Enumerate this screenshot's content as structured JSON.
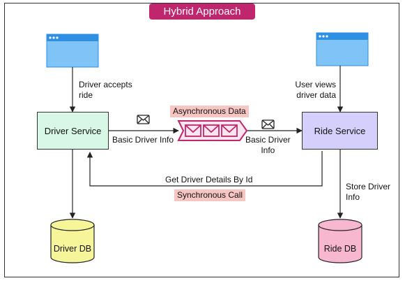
{
  "title": "Hybrid Approach",
  "driver_client": {
    "icon": "browser-window-icon",
    "caption_line1": "Driver accepts",
    "caption_line2": "ride"
  },
  "user_client": {
    "icon": "browser-window-icon",
    "caption_line1": "User views",
    "caption_line2": "driver data"
  },
  "driver_service": {
    "label": "Driver Service",
    "color": "#d9f7e6"
  },
  "ride_service": {
    "label": "Ride Service",
    "color": "#d5d0fb"
  },
  "driver_db": {
    "label": "Driver DB",
    "color": "#f7f59a"
  },
  "ride_db": {
    "label": "Ride DB",
    "color": "#f7b8cf"
  },
  "async_tag": "Asynchronous Data",
  "sync_tag": "Synchronous Call",
  "basic_info_left": "Basic Driver Info",
  "basic_info_right_line1": "Basic Driver",
  "basic_info_right_line2": "Info",
  "get_details": "Get Driver Details By Id",
  "store_info_line1": "Store Driver",
  "store_info_line2": "Info",
  "colors": {
    "title_bg": "#c0266d",
    "queue": "#c0266d",
    "tag_bg": "#f6c6c2",
    "browser_blue": "#2f8fe3"
  }
}
